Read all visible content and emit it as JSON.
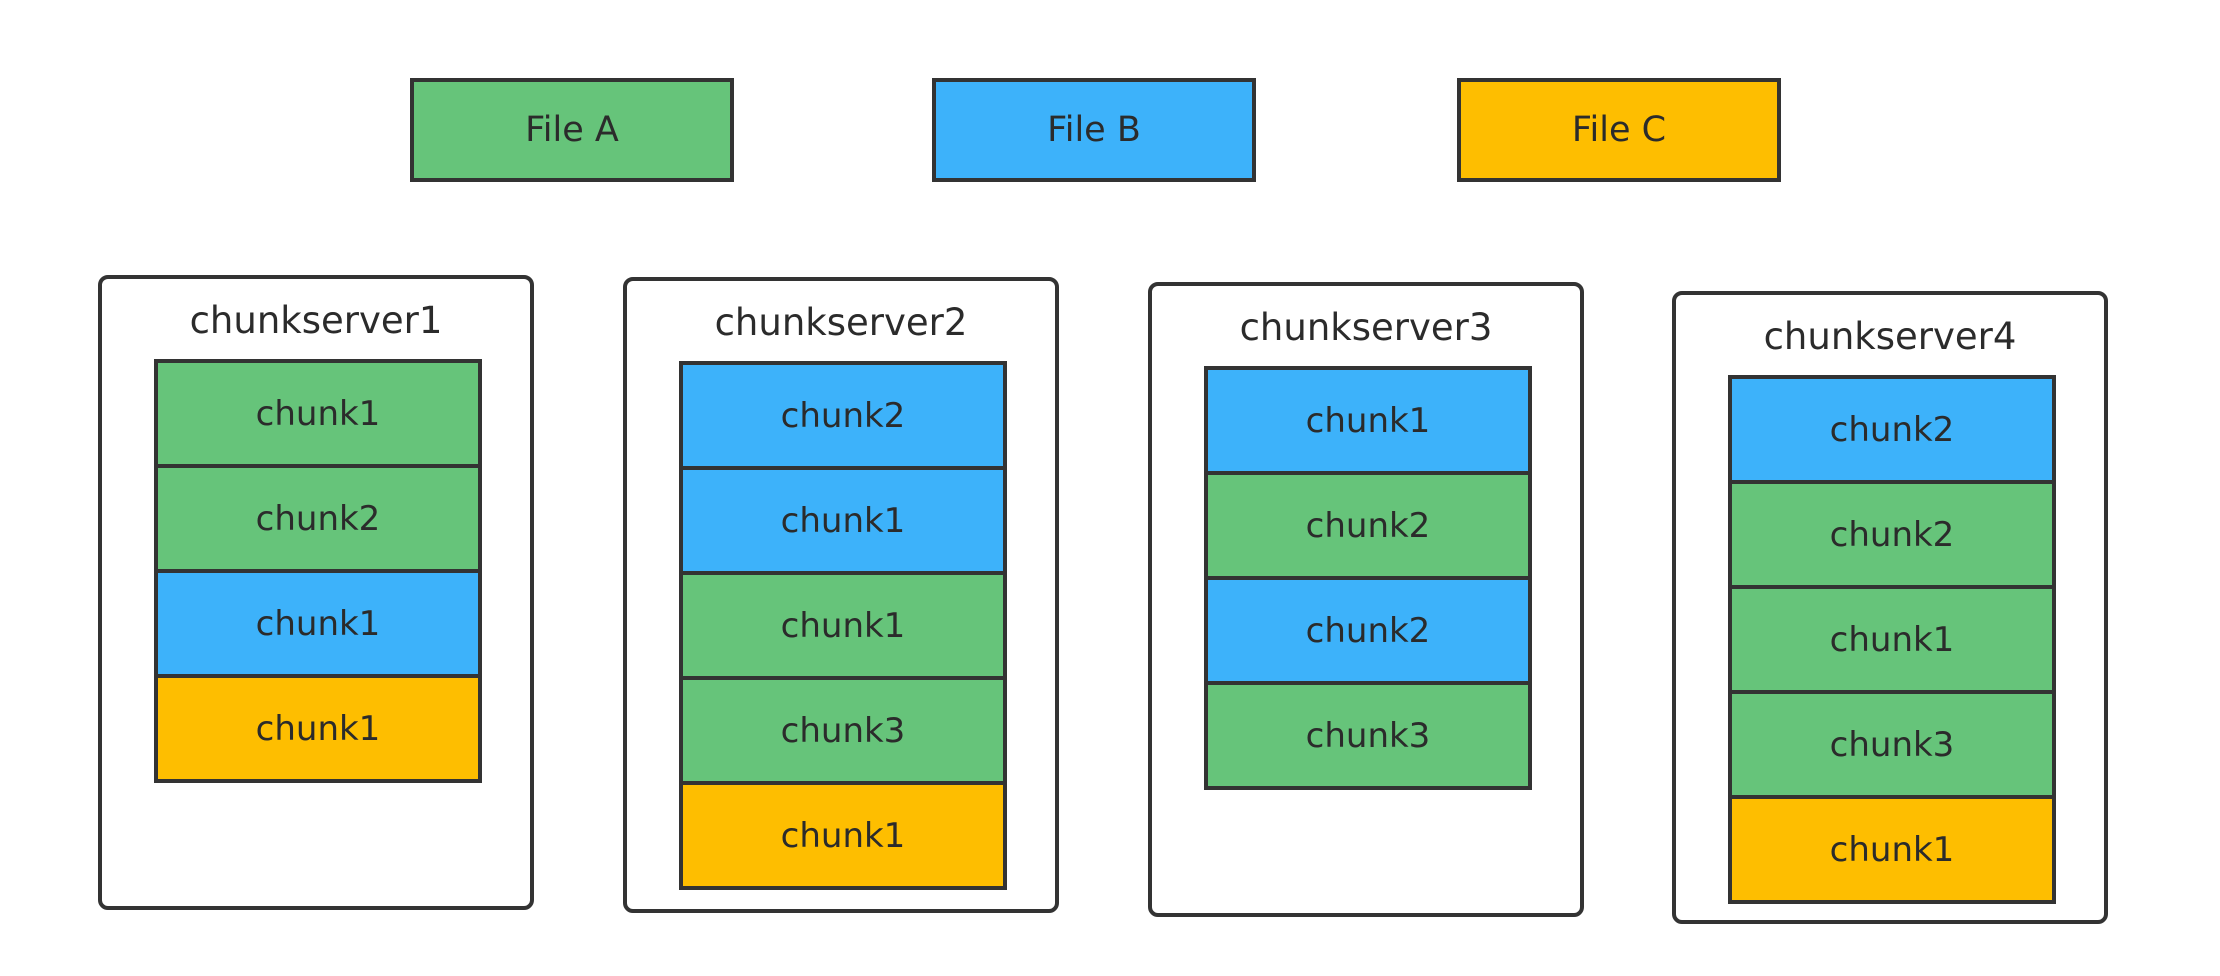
{
  "colors": {
    "A": "#66C47A",
    "B": "#3DB2FA",
    "C": "#FEBE00"
  },
  "legend": [
    {
      "file": "A",
      "label": "File A"
    },
    {
      "file": "B",
      "label": "File B"
    },
    {
      "file": "C",
      "label": "File C"
    }
  ],
  "servers": [
    {
      "name": "chunkserver1",
      "chunks": [
        {
          "label": "chunk1",
          "file": "A"
        },
        {
          "label": "chunk2",
          "file": "A"
        },
        {
          "label": "chunk1",
          "file": "B"
        },
        {
          "label": "chunk1",
          "file": "C"
        }
      ]
    },
    {
      "name": "chunkserver2",
      "chunks": [
        {
          "label": "chunk2",
          "file": "B"
        },
        {
          "label": "chunk1",
          "file": "B"
        },
        {
          "label": "chunk1",
          "file": "A"
        },
        {
          "label": "chunk3",
          "file": "A"
        },
        {
          "label": "chunk1",
          "file": "C"
        }
      ]
    },
    {
      "name": "chunkserver3",
      "chunks": [
        {
          "label": "chunk1",
          "file": "B"
        },
        {
          "label": "chunk2",
          "file": "A"
        },
        {
          "label": "chunk2",
          "file": "B"
        },
        {
          "label": "chunk3",
          "file": "A"
        }
      ]
    },
    {
      "name": "chunkserver4",
      "chunks": [
        {
          "label": "chunk2",
          "file": "B"
        },
        {
          "label": "chunk2",
          "file": "A"
        },
        {
          "label": "chunk1",
          "file": "A"
        },
        {
          "label": "chunk3",
          "file": "A"
        },
        {
          "label": "chunk1",
          "file": "C"
        }
      ]
    }
  ]
}
